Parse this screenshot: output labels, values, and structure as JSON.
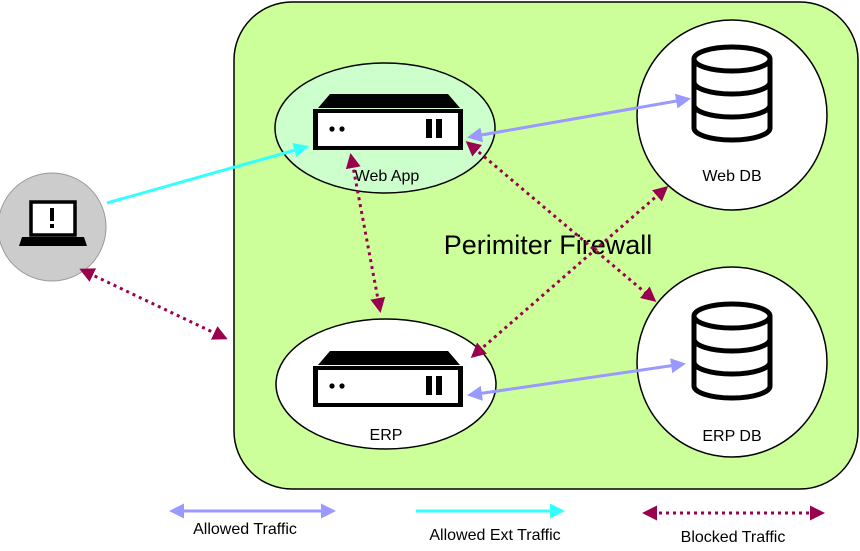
{
  "title": "Perimiter Firewall",
  "nodes": {
    "webapp": {
      "label": "Web App",
      "icon": "server-icon"
    },
    "erp": {
      "label": "ERP",
      "icon": "server-icon"
    },
    "webdb": {
      "label": "Web DB",
      "icon": "database-icon"
    },
    "erpdb": {
      "label": "ERP DB",
      "icon": "database-icon"
    },
    "client": {
      "label": "",
      "icon": "laptop-warning-icon"
    }
  },
  "legend": {
    "allowed": "Allowed Traffic",
    "allowed_ext": "Allowed Ext Traffic",
    "blocked": "Blocked Traffic"
  },
  "colors": {
    "firewall_fill": "#ccff99",
    "webapp_fill": "#ccffcc",
    "allowed": "#9999ff",
    "allowed_ext": "#33ffff",
    "blocked": "#99004d",
    "client_fill": "#cccccc"
  }
}
